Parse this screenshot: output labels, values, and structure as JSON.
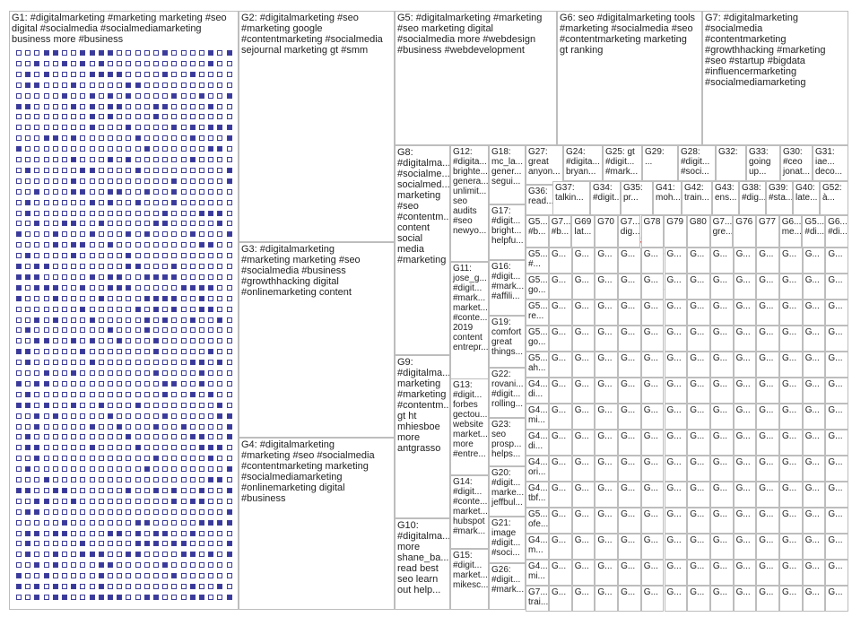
{
  "title": "",
  "colors": {
    "g1": "#3b3b9e",
    "g2": "#2a7ab9",
    "g3": "#1e6b3a",
    "g4": "#2b8a3e",
    "g5": "#a31f1f",
    "g6": "#d47f0f",
    "g7": "#c9a915",
    "g8": "#8a9a2a",
    "g9": "#b4449c",
    "edge": "#d11f1f",
    "gray_edge": "#b8b8b8"
  },
  "groups": [
    {
      "id": "G1",
      "label": "G1: #digitalmarketing #marketing marketing #seo\ndigital #socialmedia #socialmediamarketing\nbusiness more #business"
    },
    {
      "id": "G2",
      "label": "G2: #digitalmarketing #seo\n#marketing google\n#contentmarketing #socialmedia\nsejournal marketing gt #smm"
    },
    {
      "id": "G3",
      "label": "G3: #digitalmarketing\n#marketing marketing #seo\n#socialmedia #business\n#growthhacking digital\n#onlinemarketing content"
    },
    {
      "id": "G4",
      "label": "G4: #digitalmarketing\n#marketing #seo #socialmedia\n#contentmarketing marketing\n#socialmediamarketing\n#onlinemarketing digital\n#business"
    },
    {
      "id": "G5",
      "label": "G5: #digitalmarketing #marketing\n#seo marketing digital\n#socialmedia more #webdesign\n#business #webdevelopment"
    },
    {
      "id": "G6",
      "label": "G6: seo #digitalmarketing tools\n#marketing #socialmedia #seo\n#contentmarketing marketing\ngt ranking"
    },
    {
      "id": "G7",
      "label": "G7: #digitalmarketing\n#socialmedia\n#contentmarketing\n#growthhacking #marketing\n#seo #startup #bigdata\n#influencermarketing\n#socialmediamarketing"
    },
    {
      "id": "G8",
      "label": "G8:\n#digitalma...\n#socialme...\nsocialmed...\nmarketing\n#seo\n#contentm...\ncontent\nsocial\nmedia\n#marketing"
    },
    {
      "id": "G9",
      "label": "G9:\n#digitalma...\nmarketing\n#marketing\n#contentm...\ngt ht\nmhiesboe\nmore\nantgrasso"
    },
    {
      "id": "G10",
      "label": "G10:\n#digitalma...\nmore\nshane_ba...\nread best\nseo learn\nout help..."
    },
    {
      "id": "G11",
      "label": "G11:\njose_g...\n#digit...\n#mark...\nmarket...\n#conte...\n2019\ncontent\nentrepr..."
    },
    {
      "id": "G12",
      "label": "G12:\n#digita...\nbrighte...\ngenera...\nunlimit...\nseo\naudits\n#seo\nnewyo..."
    },
    {
      "id": "G13",
      "label": "G13:\n#digit...\nforbes\ngectou...\nwebsite\nmarket...\nmore\n#entre..."
    },
    {
      "id": "G14",
      "label": "G14:\n#digit...\n#conte...\nmarket...\nhubspot\n#mark..."
    },
    {
      "id": "G15",
      "label": "G15:\n#digit...\nmarket...\nmikesc..."
    },
    {
      "id": "G16",
      "label": "G16:\n#digit...\n#mark...\n#affili..."
    },
    {
      "id": "G17",
      "label": "G17:\n#digit...\nbright...\nhelpfu..."
    },
    {
      "id": "G18",
      "label": "G18:\nmc_la...\ngener...\nsegui..."
    },
    {
      "id": "G19",
      "label": "G19:\ncomfort\ngreat\nthings..."
    },
    {
      "id": "G20",
      "label": "G20:\n#digit...\nmarke...\njeffbul..."
    },
    {
      "id": "G21",
      "label": "G21:\nimage\n#digit...\n#soci..."
    },
    {
      "id": "G22",
      "label": "G22:\nrovani...\n#digit...\nrolling..."
    },
    {
      "id": "G23",
      "label": "G23:\nseo\nprosp...\nhelps..."
    },
    {
      "id": "G26",
      "label": "G26:\n#digit...\n#mark..."
    },
    {
      "id": "G27",
      "label": "G27:\ngreat\nanyon..."
    },
    {
      "id": "G36",
      "label": "G36:\nread..."
    },
    {
      "id": "G24",
      "label": "G24:\n#digita...\nbryan..."
    },
    {
      "id": "G25",
      "label": "G25: gt\n#digit...\n#mark..."
    },
    {
      "id": "G29",
      "label": "G29:\n..."
    },
    {
      "id": "G28",
      "label": "G28:\n#digit...\n#soci..."
    },
    {
      "id": "G32",
      "label": "G32:"
    },
    {
      "id": "G33",
      "label": "G33:\ngoing\nup..."
    },
    {
      "id": "G30",
      "label": "G30:\n#ceo\njonat..."
    },
    {
      "id": "G31",
      "label": "G31:\niae...\ndeco..."
    },
    {
      "id": "G37",
      "label": "G37:\ntalkin..."
    },
    {
      "id": "G34",
      "label": "G34:\n#digit..."
    },
    {
      "id": "G35",
      "label": "G35:\npr..."
    },
    {
      "id": "G41",
      "label": "G41:\nmoh..."
    },
    {
      "id": "G42",
      "label": "G42:\ntrain..."
    },
    {
      "id": "G43",
      "label": "G43:\nens..."
    },
    {
      "id": "G38",
      "label": "G38:\n#dig..."
    },
    {
      "id": "G39",
      "label": "G39:\n#sta..."
    },
    {
      "id": "G40",
      "label": "G40:\nlate..."
    },
    {
      "id": "G52",
      "label": "G52:\nà..."
    }
  ],
  "small_row_labels": [
    "G5...",
    "G7...",
    "G69",
    "G70",
    "G7...",
    "G78",
    "G79",
    "G80",
    "G7...",
    "G76",
    "G77",
    "G6...",
    "G5...",
    "G6..."
  ],
  "small_row_subs": [
    "#b...",
    "#b...",
    "lat...",
    "",
    "dig...",
    "",
    "",
    "",
    "gre...",
    "",
    "",
    "me...",
    "#di...",
    "#di..."
  ],
  "small_col_labels": [
    "G5...",
    "G5...",
    "G5...",
    "G5...",
    "G5...",
    "G4...",
    "G4...",
    "G4...",
    "G4...",
    "G4...",
    "G5...",
    "G4...",
    "G4...",
    "G7..."
  ],
  "small_col_subs": [
    "#...",
    "go...",
    "re...",
    "go...",
    "ah...",
    "di...",
    "mi...",
    "di...",
    "ori...",
    "tbf...",
    "ofe...",
    "m...",
    "mi...",
    "trai..."
  ],
  "tiny_label": "G..."
}
